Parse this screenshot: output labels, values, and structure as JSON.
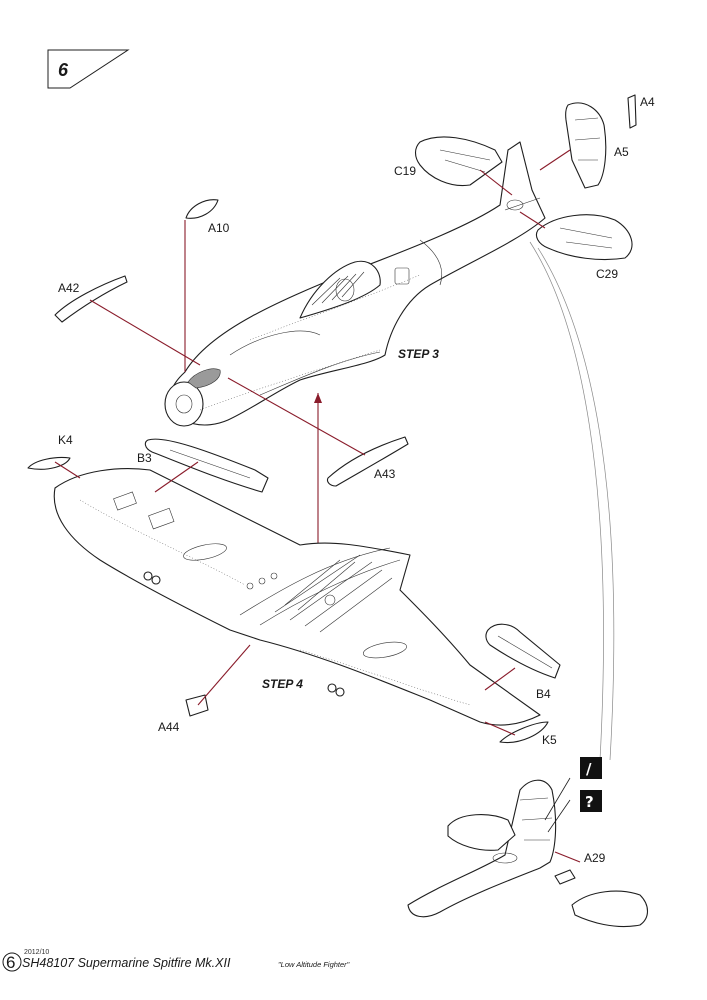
{
  "step_number": "6",
  "labels": {
    "a4": "A4",
    "a5": "A5",
    "c19": "C19",
    "c29": "C29",
    "a10": "A10",
    "a42": "A42",
    "a43": "A43",
    "k4": "K4",
    "b3": "B3",
    "b4": "B4",
    "k5": "K5",
    "a44": "A44",
    "a29": "A29"
  },
  "steps": {
    "step3": "STEP 3",
    "step4": "STEP 4"
  },
  "badges": {
    "version_a": "/",
    "version_b": "?"
  },
  "footer": {
    "page_number": "6",
    "date": "2012/10",
    "title": "SH48107 Supermarine Spitfire Mk.XII",
    "subtitle": "\"Low Altitude Fighter\""
  },
  "colors": {
    "arrow": "#8a1c2b",
    "line": "#1f1f1f",
    "badge_bg": "#111111"
  }
}
